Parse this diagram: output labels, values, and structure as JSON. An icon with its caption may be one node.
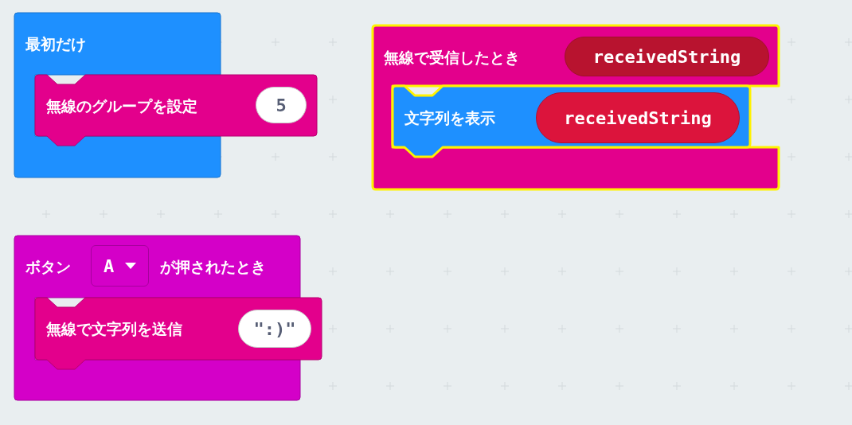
{
  "diagram": {
    "nodes": [
      {
        "text": [
          "最初だけ"
        ]
      },
      {
        "text": [
          "無線のグループを設定"
        ]
      },
      {
        "text": [
          "5"
        ],
        "in": 1
      },
      {
        "text": [
          "無線で受信したとき"
        ]
      },
      {
        "text": [
          "receivedString"
        ],
        "in": 3
      },
      {
        "text": [
          "文字列を表示"
        ],
        "in": 3
      },
      {
        "text": [
          "receivedString"
        ],
        "in": 5
      },
      {
        "text": [
          "ボタン",
          "が押されたとき"
        ]
      },
      {
        "text": [
          "A"
        ],
        "in": 7
      },
      {
        "text": [
          "無線で文字列を送信"
        ]
      },
      {
        "text": [
          "\":)\""
        ],
        "in": 9
      }
    ]
  }
}
